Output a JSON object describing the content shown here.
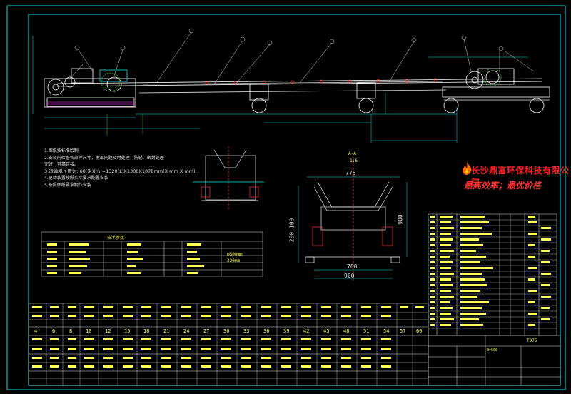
{
  "drawing": {
    "section_label": "A-A",
    "section_scale": "1:6",
    "dims": {
      "width_top": "776",
      "width_bottom_inner": "700",
      "width_bottom_outer": "900",
      "height_right": "900",
      "height_left": "200 100",
      "diameter_a": "φ500mm",
      "diameter_b": "320mm"
    },
    "company": "长沙鼎富环保科技有限公司",
    "slogan": "最高效率；最优价格",
    "notes": [
      "1.图纸按标准绘制",
      "2.安装前检查各部件尺寸，发现问题及时处理，防锈、密封处理",
      "  完好，可靠连接。",
      "3.运输机长度为: 60(米)(m)=1320(L)X1300X1078mm(X mm X mm).",
      "4.驱动装置按照实际要求配置安装",
      "5.按照图纸要求制作安装"
    ],
    "param_title": "技术参数",
    "column_numbers": [
      "4",
      "6",
      "8",
      "10",
      "12",
      "15",
      "18",
      "21",
      "24",
      "27",
      "30",
      "33",
      "36",
      "39",
      "42",
      "45",
      "48",
      "51",
      "54",
      "57",
      "60"
    ],
    "title_block": {
      "drawing_no": "TD75",
      "scale_text": "B=500"
    }
  }
}
